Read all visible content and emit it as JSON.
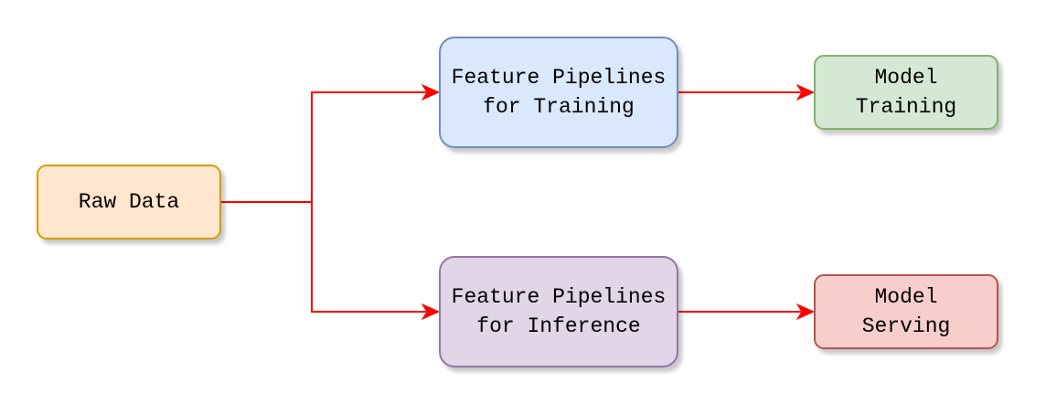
{
  "nodes": {
    "raw_data": {
      "label": "Raw Data",
      "fill": "#ffe6cc",
      "stroke": "#d79b00"
    },
    "feature_pipelines_training": {
      "label": "Feature Pipelines\nfor Training",
      "fill": "#dae8fc",
      "stroke": "#6c8ebf"
    },
    "feature_pipelines_inference": {
      "label": "Feature Pipelines\nfor Inference",
      "fill": "#e1d5e7",
      "stroke": "#9673a6"
    },
    "model_training": {
      "label": "Model\nTraining",
      "fill": "#d5e8d4",
      "stroke": "#82b366"
    },
    "model_serving": {
      "label": "Model\nServing",
      "fill": "#f8cecc",
      "stroke": "#b85450"
    }
  },
  "edges": [
    {
      "from": "raw_data",
      "to": "feature_pipelines_training"
    },
    {
      "from": "raw_data",
      "to": "feature_pipelines_inference"
    },
    {
      "from": "feature_pipelines_training",
      "to": "model_training"
    },
    {
      "from": "feature_pipelines_inference",
      "to": "model_serving"
    }
  ],
  "colors": {
    "edge": "#ff0000",
    "background": "#ffffff"
  }
}
